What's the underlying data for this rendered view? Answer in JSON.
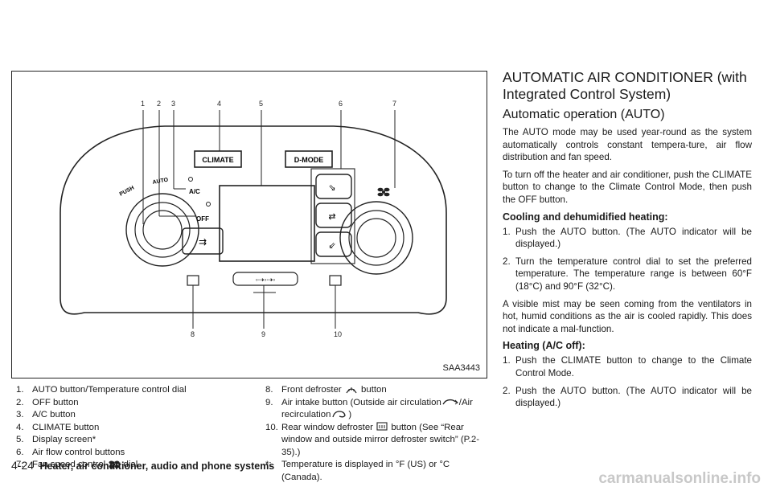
{
  "figure": {
    "code": "SAA3443",
    "callouts": [
      "1",
      "2",
      "3",
      "4",
      "5",
      "6",
      "7",
      "8",
      "9",
      "10"
    ],
    "panel_labels": {
      "climate": "CLIMATE",
      "dmode": "D-MODE",
      "ac": "A/C",
      "off": "OFF",
      "push": "PUSH",
      "auto": "AUTO"
    }
  },
  "legend_left": [
    {
      "num": "1.",
      "text": "AUTO button/Temperature control dial"
    },
    {
      "num": "2.",
      "text": "OFF button"
    },
    {
      "num": "3.",
      "text": "A/C button"
    },
    {
      "num": "4.",
      "text": "CLIMATE button"
    },
    {
      "num": "5.",
      "text": "Display screen*"
    },
    {
      "num": "6.",
      "text": "Air flow control buttons"
    },
    {
      "num": "7.",
      "text": "Fan speed control",
      "suffix": "dial",
      "icon": "fan-icon"
    }
  ],
  "legend_right": {
    "item8": {
      "num": "8.",
      "pre": "Front defroster",
      "post": "button"
    },
    "item9": {
      "num": "9.",
      "pre": "Air intake button (Outside air circulation",
      "mid": "/Air recirculation",
      "post": ")"
    },
    "item10": {
      "num": "10.",
      "pre": "Rear window defroster",
      "post": "button (See “Rear window and outside mirror defroster switch” (P.2-35).)"
    },
    "note": {
      "num": "*:",
      "text": "Temperature is displayed in °F (US) or °C (Canada)."
    }
  },
  "article": {
    "title": "AUTOMATIC AIR CONDITIONER (with Integrated Control System)",
    "subtitle": "Automatic operation (AUTO)",
    "p1": "The AUTO mode may be used year-round as the system automatically controls constant tempera-ture, air flow distribution and fan speed.",
    "p2": "To turn off the heater and air conditioner, push the CLIMATE button to change to the Climate Control Mode, then push the OFF button.",
    "h_cooling": "Cooling and dehumidified heating:",
    "cool_steps": [
      {
        "n": "1.",
        "text": "Push the AUTO button. (The AUTO indicator will be displayed.)"
      },
      {
        "n": "2.",
        "text": "Turn the temperature control dial to set the preferred temperature. The temperature range is between 60°F (18°C) and 90°F (32°C)."
      }
    ],
    "p3": "A visible mist may be seen coming from the ventilators in hot, humid conditions as the air is cooled rapidly. This does not indicate a mal-function.",
    "h_heating": "Heating (A/C off):",
    "heat_steps": [
      {
        "n": "1.",
        "text": "Push the CLIMATE button to change to the Climate Control Mode."
      },
      {
        "n": "2.",
        "text": "Push the AUTO button. (The AUTO indicator will be displayed.)"
      }
    ]
  },
  "footer": {
    "page": "4-24",
    "title": "Heater, air conditioner, audio and phone systems"
  },
  "watermark": "carmanualsonline.info"
}
